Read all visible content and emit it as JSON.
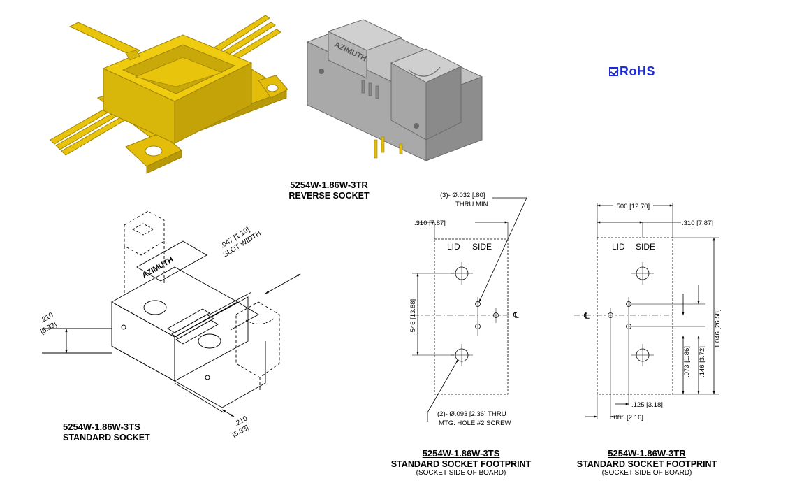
{
  "rohs": {
    "label": "RoHS",
    "color": "#1c2bd8"
  },
  "reverse_socket": {
    "part": "5254W-1.86W-3TR",
    "name": "REVERSE SOCKET"
  },
  "standard_socket": {
    "part": "5254W-1.86W-3TS",
    "name": "STANDARD SOCKET",
    "dim_slot": ".047 [1.19]",
    "dim_slot_label": "SLOT WIDTH",
    "dim_left": ".210",
    "dim_left_mm": "[5.33]",
    "dim_bottom": ".210",
    "dim_bottom_mm": "[5.33]",
    "logo": "AZIMUTH"
  },
  "footprint_ts": {
    "part": "5254W-1.86W-3TS",
    "name": "STANDARD SOCKET FOOTPRINT",
    "sub": "(SOCKET SIDE OF BOARD)",
    "note_holes_1": "(3)- Ø.032 [.80]",
    "note_holes_2": "THRU MIN",
    "dim_width": ".310 [7.87]",
    "lid_label": "LID",
    "side_label": "SIDE",
    "dim_vertical": ".546 [13.88]",
    "note_mtg_1": "(2)- Ø.093 [2.36] THRU",
    "note_mtg_2": "MTG. HOLE #2 SCREW"
  },
  "footprint_tr": {
    "part": "5254W-1.86W-3TR",
    "name": "STANDARD SOCKET FOOTPRINT",
    "sub": "(SOCKET SIDE OF BOARD)",
    "dim_top": ".500 [12.70]",
    "dim_width": ".310 [7.87]",
    "lid_label": "LID",
    "side_label": "SIDE",
    "dim_height": "1.046 [26.58]",
    "dim_146": ".146 [3.72]",
    "dim_073": ".073 [1.86]",
    "dim_125": ".125 [3.18]",
    "dim_085": ".085 [2.16]"
  },
  "colors": {
    "gold": "#e8c40c",
    "gold_dark": "#b39408",
    "gray": "#b3b3b3",
    "gray_dark": "#7d7d7d"
  }
}
